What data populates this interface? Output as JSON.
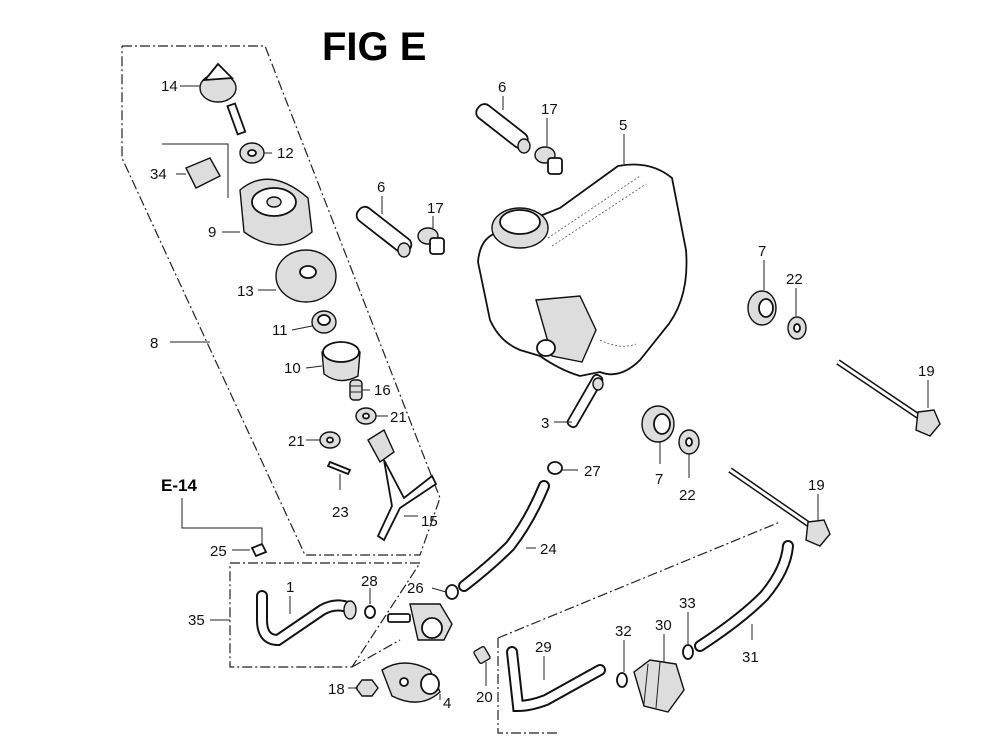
{
  "title": "FIG E",
  "reference": "E-14",
  "callouts": [
    {
      "id": "c1",
      "label": "1"
    },
    {
      "id": "c3",
      "label": "3"
    },
    {
      "id": "c4",
      "label": "4"
    },
    {
      "id": "c5",
      "label": "5"
    },
    {
      "id": "c6a",
      "label": "6"
    },
    {
      "id": "c6b",
      "label": "6"
    },
    {
      "id": "c7a",
      "label": "7"
    },
    {
      "id": "c7b",
      "label": "7"
    },
    {
      "id": "c8",
      "label": "8"
    },
    {
      "id": "c9",
      "label": "9"
    },
    {
      "id": "c10",
      "label": "10"
    },
    {
      "id": "c11",
      "label": "11"
    },
    {
      "id": "c12",
      "label": "12"
    },
    {
      "id": "c13",
      "label": "13"
    },
    {
      "id": "c14",
      "label": "14"
    },
    {
      "id": "c15",
      "label": "15"
    },
    {
      "id": "c16",
      "label": "16"
    },
    {
      "id": "c17a",
      "label": "17"
    },
    {
      "id": "c17b",
      "label": "17"
    },
    {
      "id": "c18",
      "label": "18"
    },
    {
      "id": "c19a",
      "label": "19"
    },
    {
      "id": "c19b",
      "label": "19"
    },
    {
      "id": "c20",
      "label": "20"
    },
    {
      "id": "c21a",
      "label": "21"
    },
    {
      "id": "c21b",
      "label": "21"
    },
    {
      "id": "c22a",
      "label": "22"
    },
    {
      "id": "c22b",
      "label": "22"
    },
    {
      "id": "c23",
      "label": "23"
    },
    {
      "id": "c24",
      "label": "24"
    },
    {
      "id": "c25",
      "label": "25"
    },
    {
      "id": "c26",
      "label": "26"
    },
    {
      "id": "c27",
      "label": "27"
    },
    {
      "id": "c28",
      "label": "28"
    },
    {
      "id": "c29",
      "label": "29"
    },
    {
      "id": "c30",
      "label": "30"
    },
    {
      "id": "c31",
      "label": "31"
    },
    {
      "id": "c32",
      "label": "32"
    },
    {
      "id": "c33",
      "label": "33"
    },
    {
      "id": "c34",
      "label": "34"
    },
    {
      "id": "c35",
      "label": "35"
    }
  ]
}
